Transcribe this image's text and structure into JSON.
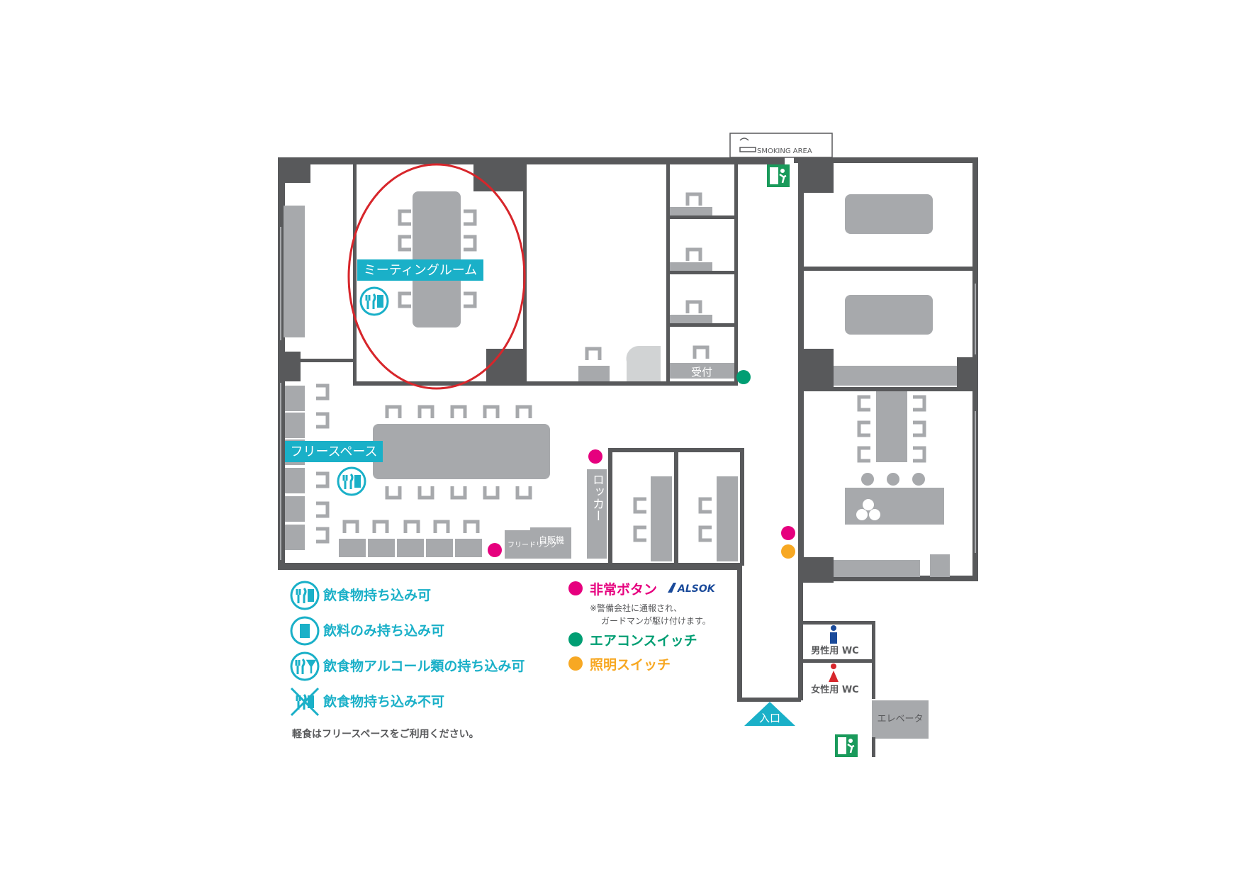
{
  "rooms": {
    "meeting_room": "ミーティングルーム",
    "free_space": "フリースペース",
    "reception": "受付",
    "locker": "ロッカー",
    "free_drink": "フリードリンク",
    "vending": "自販機",
    "smoking": "SMOKING AREA",
    "entrance": "入口",
    "elevator": "エレベータ",
    "male_wc": "男性用 WC",
    "female_wc": "女性用 WC"
  },
  "legend_food": [
    {
      "icon": "food-drink-icon",
      "text": "飲食物持ち込み可"
    },
    {
      "icon": "drink-only-icon",
      "text": "飲料のみ持ち込み可"
    },
    {
      "icon": "food-alcohol-icon",
      "text": "飲食物アルコール類の持ち込み可"
    },
    {
      "icon": "no-food-icon",
      "text": "飲食物持ち込み不可"
    }
  ],
  "legend_note": "軽食はフリースペースをご利用ください。",
  "legend_switches": {
    "emergency": "非常ボタン",
    "alsok": "ALSOK",
    "emergency_note_1": "※警備会社に通報され、",
    "emergency_note_2": "ガードマンが駆け付けます。",
    "aircon": "エアコンスイッチ",
    "light": "照明スイッチ"
  },
  "colors": {
    "teal": "#1ab0c8",
    "magenta": "#e6007e",
    "green": "#009e73",
    "orange": "#f7a823",
    "red_highlight": "#d7262b",
    "wall": "#58595b",
    "furniture": "#a7a9ac"
  }
}
